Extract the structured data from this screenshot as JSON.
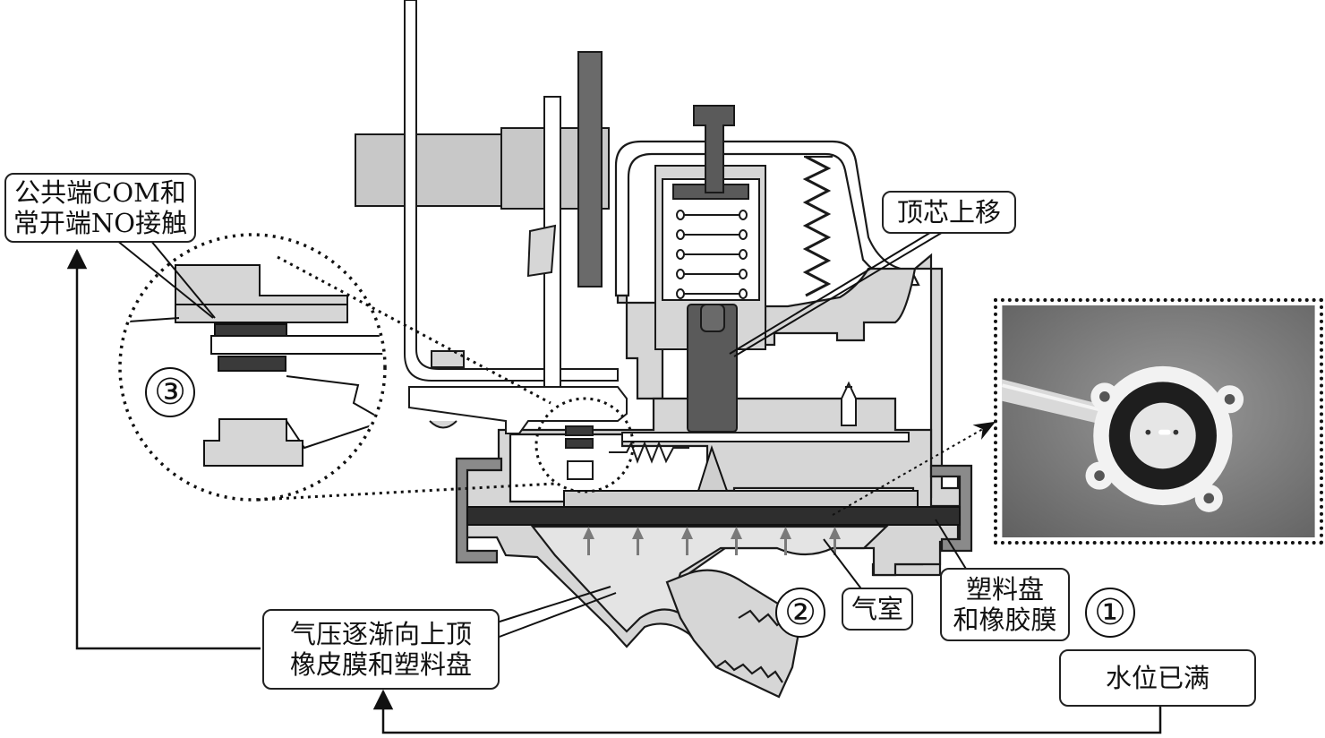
{
  "callouts": {
    "com_no": [
      "公共端COM和",
      "常开端NO接触"
    ],
    "core_up": "顶芯上移",
    "air_pressure": [
      "气压逐渐向上顶",
      "橡皮膜和塑料盘"
    ],
    "air_chamber": "气室",
    "disc_membrane": [
      "塑料盘",
      "和橡胶膜"
    ],
    "water_full": "水位已满"
  },
  "step_numbers": {
    "one": "①",
    "two": "②",
    "three": "③"
  },
  "colors": {
    "body_fill": "#d6d6d6",
    "dark_part": "#5a5a5a",
    "darkest_part": "#2e2e2e",
    "outline": "#1a1a1a",
    "photo_bg": "#7a7a7a"
  },
  "icons": [
    "arrow-up-icon",
    "arrow-head-icon"
  ]
}
